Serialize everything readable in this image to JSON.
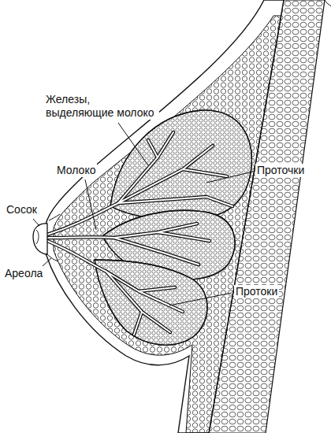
{
  "diagram": {
    "labels": [
      "Железы, выделяющие молоко",
      "Молоко",
      "Проточки",
      "Сосок",
      "Ареола",
      "Протоки"
    ]
  }
}
